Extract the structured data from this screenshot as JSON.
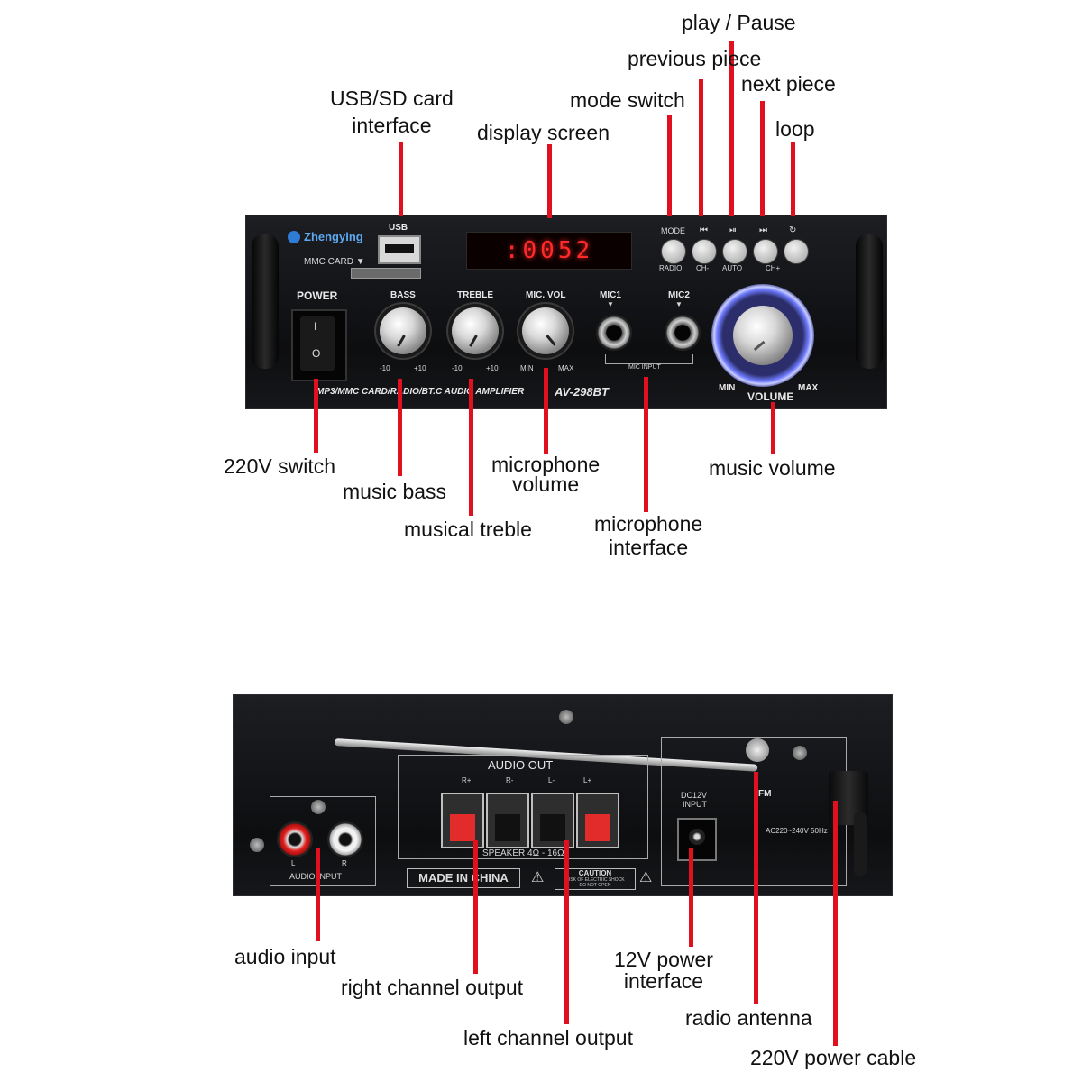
{
  "front_panel": {
    "brand": "Zhengying",
    "usb_label": "USB",
    "mmc_label": "MMC CARD ▼",
    "display_text": ":0052",
    "power_label": "POWER",
    "power_on_mark": "I",
    "power_off_mark": "O",
    "bass_label": "BASS",
    "treble_label": "TREBLE",
    "mic_vol_label": "MIC. VOL",
    "scale_minus10": "-10",
    "scale_plus10": "+10",
    "scale_min": "MIN",
    "scale_max": "MAX",
    "mic1_label": "MIC1",
    "mic2_label": "MIC2",
    "mic_input_label": "MIC INPUT",
    "mode_label": "MODE",
    "radio_label": "RADIO",
    "ch_minus_label": "CH-",
    "auto_label": "AUTO",
    "ch_plus_label": "CH+",
    "volume_label": "VOLUME",
    "vol_min": "MIN",
    "vol_max": "MAX",
    "footer_text": "MP3/MMC CARD/RADIO/BT.C AUDIO AMPLIFIER",
    "model": "AV-298BT"
  },
  "back_panel": {
    "audio_out_label": "AUDIO OUT",
    "terminals": [
      "R+",
      "R-",
      "L-",
      "L+"
    ],
    "speaker_label": "SPEAKER 4Ω - 16Ω",
    "made_in": "MADE IN CHINA",
    "caution_title": "CAUTION",
    "caution_line1": "RISK OF ELECTRIC SHOCK",
    "caution_line2": "DO NOT OPEN",
    "audio_input_label": "AUDIO INPUT",
    "rca_l": "L",
    "rca_r": "R",
    "dc_label_line1": "DC12V",
    "dc_label_line2": "INPUT",
    "fm_label": "FM",
    "ac_label": "AC220~240V 50Hz"
  },
  "callouts": {
    "play_pause": "play / Pause",
    "previous_piece": "previous piece",
    "next_piece": "next piece",
    "mode_switch": "mode switch",
    "loop": "loop",
    "usb_sd_line1": "USB/SD card",
    "usb_sd_line2": "interface",
    "display_screen": "display screen",
    "switch_220v": "220V switch",
    "music_bass": "music bass",
    "mic_volume_line1": "microphone",
    "mic_volume_line2": "volume",
    "musical_treble": "musical treble",
    "mic_interface_line1": "microphone",
    "mic_interface_line2": "interface",
    "music_volume": "music volume",
    "audio_input": "audio input",
    "right_channel_output": "right channel output",
    "left_channel_output": "left channel output",
    "power_12v_line1": "12V power",
    "power_12v_line2": "interface",
    "radio_antenna": "radio antenna",
    "power_cable_220v": "220V power cable"
  },
  "colors": {
    "callout_line": "#e0101e",
    "panel": "#121315",
    "display_led": "#ff2a2a",
    "volume_glow": "#6f7bff"
  }
}
